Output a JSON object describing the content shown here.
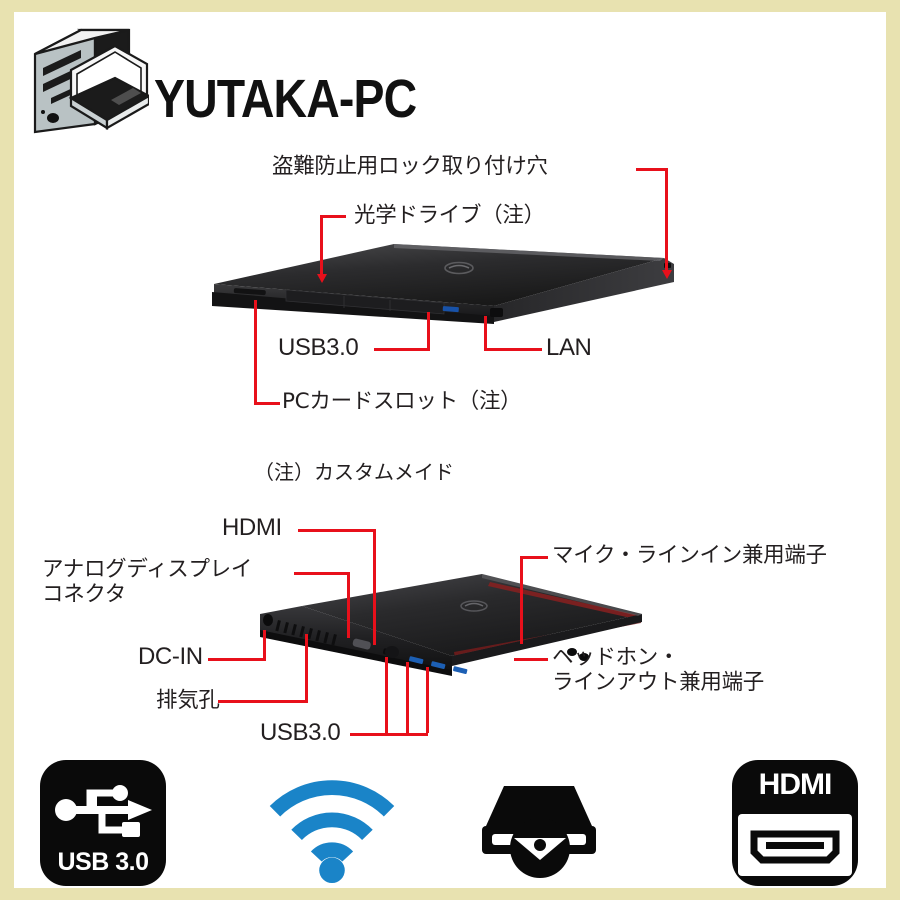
{
  "page": {
    "border_color": "#e8e2b0",
    "background_color": "#ffffff",
    "leader_color": "#e8101b",
    "text_color": "#231f20"
  },
  "header": {
    "title": "YUTAKA-PC",
    "logo_icon": "desktop-and-laptop-icon"
  },
  "top_view": {
    "labels": [
      {
        "id": "lock-slot",
        "text": "盗難防止用ロック取り付け穴"
      },
      {
        "id": "optical",
        "text": "光学ドライブ（注）"
      },
      {
        "id": "usb30",
        "text": "USB3.0"
      },
      {
        "id": "lan",
        "text": "LAN"
      },
      {
        "id": "pc-card",
        "text": "PCカードスロット（注）"
      }
    ]
  },
  "footnote": {
    "text": "（注）カスタムメイド"
  },
  "rear_view": {
    "labels": [
      {
        "id": "hdmi",
        "text": "HDMI"
      },
      {
        "id": "vga",
        "text": "アナログディスプレイ\nコネクタ"
      },
      {
        "id": "dc-in",
        "text": "DC-IN"
      },
      {
        "id": "vent",
        "text": "排気孔"
      },
      {
        "id": "usb30",
        "text": "USB3.0"
      },
      {
        "id": "mic-in",
        "text": "マイク・ラインイン兼用端子"
      },
      {
        "id": "headphone",
        "text": "ヘッドホン・\nラインアウト兼用端子"
      }
    ]
  },
  "badges": [
    {
      "id": "usb3",
      "icon": "usb-trident-icon",
      "label": "USB 3.0",
      "color": "#0a0a0a"
    },
    {
      "id": "wifi",
      "icon": "wifi-icon",
      "label": "",
      "color": "#1a84c8"
    },
    {
      "id": "drive",
      "icon": "optical-drive-icon",
      "label": "",
      "color": "#0a0a0a"
    },
    {
      "id": "hdmi",
      "icon": "hdmi-port-icon",
      "label": "HDMI",
      "color": "#0a0a0a"
    }
  ]
}
